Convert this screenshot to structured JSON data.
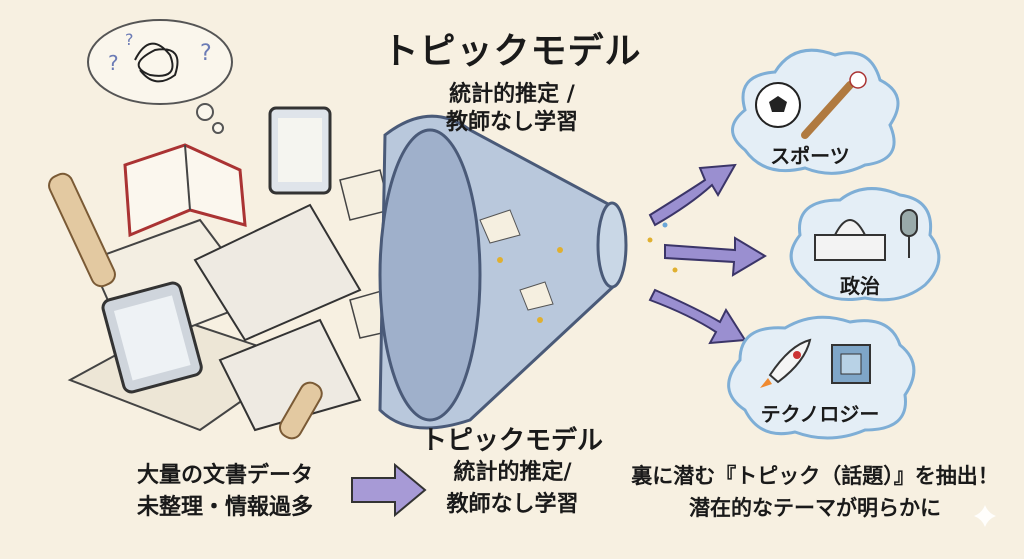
{
  "header": {
    "title": "トピックモデル",
    "subtitle_line1": "統計的推定 /",
    "subtitle_line2": "教師なし学習"
  },
  "topics": [
    {
      "label": "スポーツ",
      "icons": [
        "soccer-ball-icon",
        "baseball-bat-icon"
      ]
    },
    {
      "label": "政治",
      "icons": [
        "capitol-building-icon",
        "microphone-icon"
      ]
    },
    {
      "label": "テクノロジー",
      "icons": [
        "rocket-icon",
        "chip-icon"
      ]
    }
  ],
  "footer": {
    "input_line1": "大量の文書データ",
    "input_line2": "未整理・情報過多",
    "model_title": "トピックモデル",
    "model_line1": "統計的推定/",
    "model_line2": "教師なし学習",
    "output_line1": "裏に潜む『トピック（話題）』を抽出！",
    "output_line2": "潜在的なテーマが明らかに"
  },
  "colors": {
    "background": "#f7f0e1",
    "arrow": "#9a8fd0",
    "cloud": "#bcd8ee",
    "funnel": "#8fa3c4"
  }
}
